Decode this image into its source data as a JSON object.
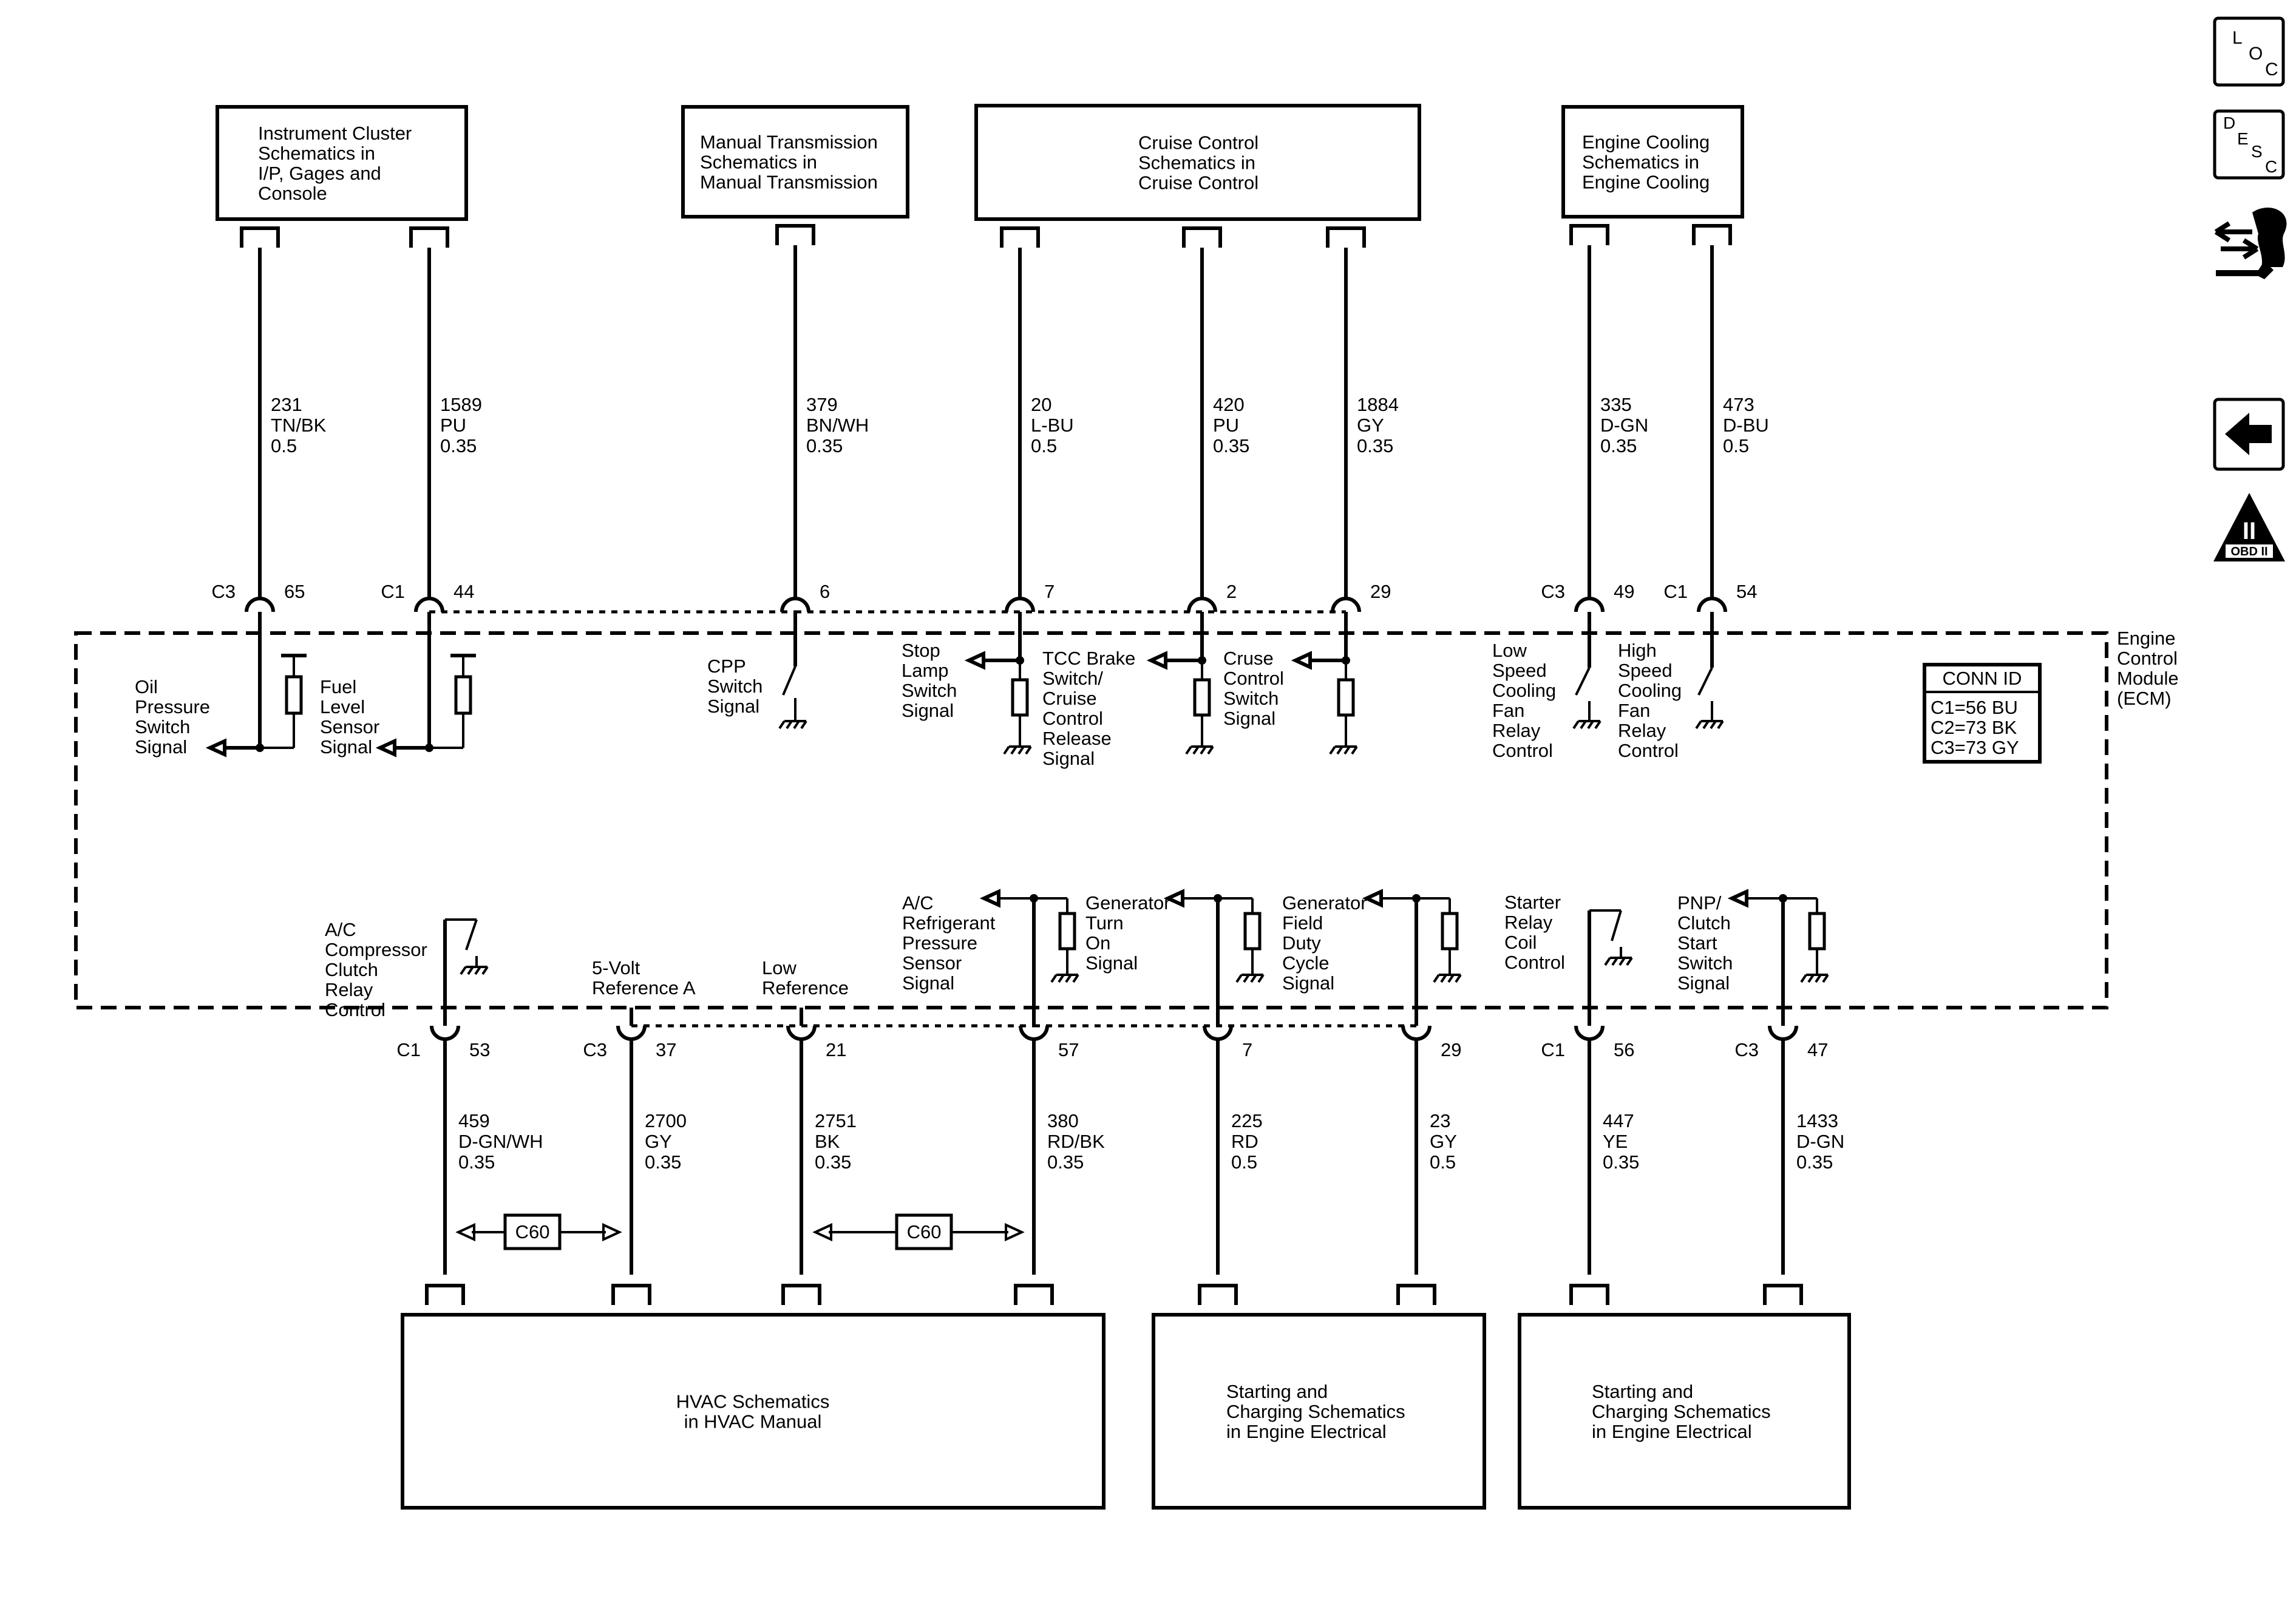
{
  "top_boxes": {
    "instrument_cluster": [
      "Instrument Cluster",
      "Schematics in",
      "I/P, Gages and",
      "Console"
    ],
    "manual_transmission": [
      "Manual Transmission",
      "Schematics in",
      "Manual Transmission"
    ],
    "cruise_control": [
      "Cruise Control",
      "Schematics in",
      "Cruise Control"
    ],
    "engine_cooling": [
      "Engine Cooling",
      "Schematics in",
      "Engine Cooling"
    ]
  },
  "bottom_boxes": {
    "hvac": [
      "HVAC Schematics",
      "in HVAC Manual"
    ],
    "starting_1": [
      "Starting and",
      "Charging Schematics",
      "in Engine Electrical"
    ],
    "starting_2": [
      "Starting and",
      "Charging Schematics",
      "in Engine Electrical"
    ]
  },
  "ecm": {
    "label": [
      "Engine",
      "Control",
      "Module",
      "(ECM)"
    ],
    "conn_id": {
      "title": "CONN ID",
      "rows": [
        "C1=56 BU",
        "C2=73 BK",
        "C3=73 GY"
      ]
    }
  },
  "top_wires": [
    {
      "circuit": "231",
      "color": "TN/BK",
      "gauge": "0.5",
      "connector": "C3",
      "pin": "65",
      "signal": [
        "Oil",
        "Pressure",
        "Switch",
        "Signal"
      ]
    },
    {
      "circuit": "1589",
      "color": "PU",
      "gauge": "0.35",
      "connector": "C1",
      "pin": "44",
      "signal": [
        "Fuel",
        "Level",
        "Sensor",
        "Signal"
      ]
    },
    {
      "circuit": "379",
      "color": "BN/WH",
      "gauge": "0.35",
      "connector": "",
      "pin": "6",
      "signal": [
        "CPP",
        "Switch",
        "Signal"
      ]
    },
    {
      "circuit": "20",
      "color": "L-BU",
      "gauge": "0.5",
      "connector": "",
      "pin": "7",
      "signal": [
        "Stop",
        "Lamp",
        "Switch",
        "Signal"
      ]
    },
    {
      "circuit": "420",
      "color": "PU",
      "gauge": "0.35",
      "connector": "",
      "pin": "2",
      "signal": [
        "TCC Brake",
        "Switch/",
        "Cruise",
        "Control",
        "Release",
        "Signal"
      ]
    },
    {
      "circuit": "1884",
      "color": "GY",
      "gauge": "0.35",
      "connector": "",
      "pin": "29",
      "signal": [
        "Cruse",
        "Control",
        "Switch",
        "Signal"
      ]
    },
    {
      "circuit": "335",
      "color": "D-GN",
      "gauge": "0.35",
      "connector": "C3",
      "pin": "49",
      "signal": [
        "Low",
        "Speed",
        "Cooling",
        "Fan",
        "Relay",
        "Control"
      ]
    },
    {
      "circuit": "473",
      "color": "D-BU",
      "gauge": "0.5",
      "connector": "C1",
      "pin": "54",
      "signal": [
        "High",
        "Speed",
        "Cooling",
        "Fan",
        "Relay",
        "Control"
      ]
    }
  ],
  "bottom_wires": [
    {
      "circuit": "459",
      "color": "D-GN/WH",
      "gauge": "0.35",
      "connector": "C1",
      "pin": "53",
      "signal": [
        "A/C",
        "Compressor",
        "Clutch",
        "Relay",
        "Control"
      ]
    },
    {
      "circuit": "2700",
      "color": "GY",
      "gauge": "0.35",
      "connector": "C3",
      "pin": "37",
      "signal": [
        "5-Volt",
        "Reference A"
      ]
    },
    {
      "circuit": "2751",
      "color": "BK",
      "gauge": "0.35",
      "connector": "",
      "pin": "21",
      "signal": [
        "Low",
        "Reference"
      ]
    },
    {
      "circuit": "380",
      "color": "RD/BK",
      "gauge": "0.35",
      "connector": "",
      "pin": "57",
      "signal": [
        "A/C",
        "Refrigerant",
        "Pressure",
        "Sensor",
        "Signal"
      ]
    },
    {
      "circuit": "225",
      "color": "RD",
      "gauge": "0.5",
      "connector": "",
      "pin": "7",
      "signal": [
        "Generator",
        "Turn",
        "On",
        "Signal"
      ]
    },
    {
      "circuit": "23",
      "color": "GY",
      "gauge": "0.5",
      "connector": "",
      "pin": "29",
      "signal": [
        "Generator",
        "Field",
        "Duty",
        "Cycle",
        "Signal"
      ]
    },
    {
      "circuit": "447",
      "color": "YE",
      "gauge": "0.35",
      "connector": "C1",
      "pin": "56",
      "signal": [
        "Starter",
        "Relay",
        "Coil",
        "Control"
      ]
    },
    {
      "circuit": "1433",
      "color": "D-GN",
      "gauge": "0.35",
      "connector": "C3",
      "pin": "47",
      "signal": [
        "PNP/",
        "Clutch",
        "Start",
        "Switch",
        "Signal"
      ]
    }
  ],
  "c60_label": "C60",
  "nav": {
    "loc": [
      "L",
      "O",
      "C"
    ],
    "desc": [
      "D",
      "E",
      "S",
      "C"
    ],
    "obd": [
      "II",
      "OBD II"
    ]
  },
  "icons": [
    "loc-button-icon",
    "desc-button-icon",
    "connector-repair-icon",
    "back-arrow-icon",
    "obd-ii-icon"
  ]
}
